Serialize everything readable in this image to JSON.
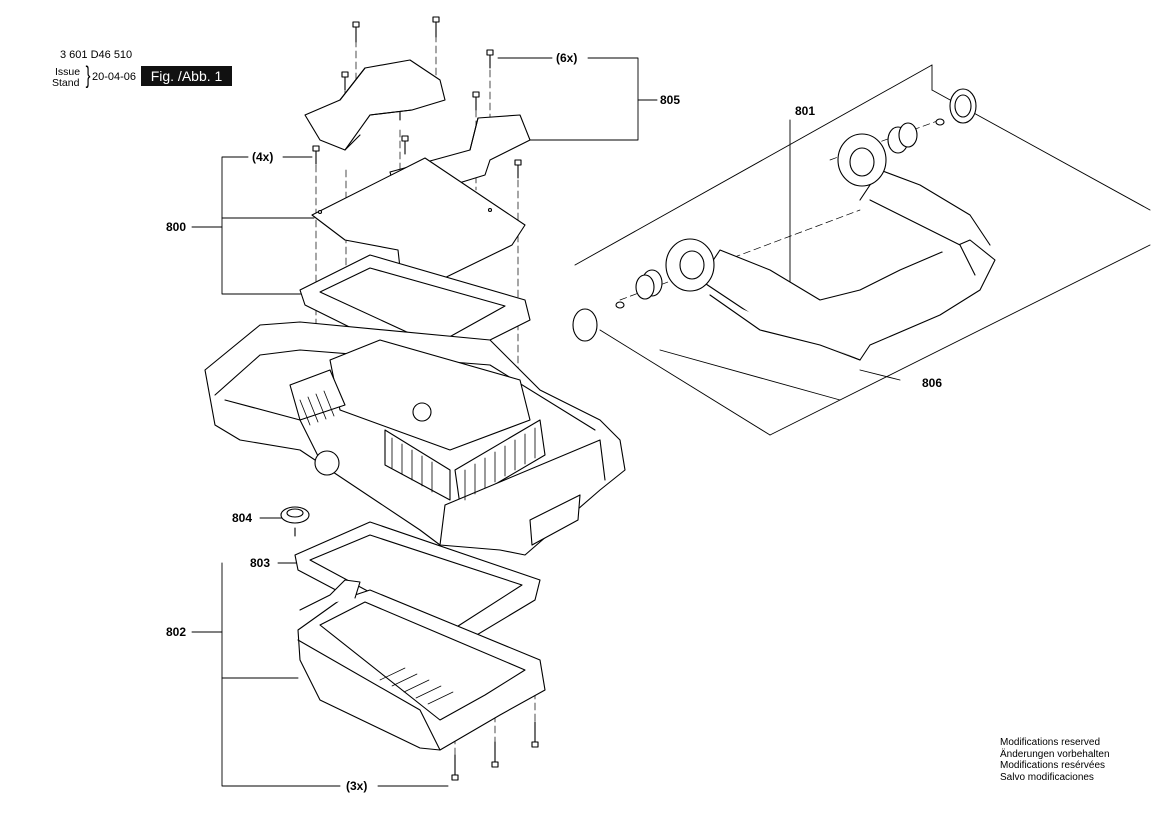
{
  "header": {
    "doc_number": "3 601 D46 510",
    "issue_label": "Issue",
    "stand_label": "Stand",
    "brace": "}",
    "issue_date": "20-04-06",
    "figure_label": "Fig. /Abb. 1"
  },
  "callouts": {
    "c800": "800",
    "c801": "801",
    "c802": "802",
    "c803": "803",
    "c804": "804",
    "c805": "805",
    "c806": "806",
    "q4x": "(4x)",
    "q6x": "(6x)",
    "q3x": "(3x)"
  },
  "notes": [
    "Modifications reserved",
    "Änderungen vorbehalten",
    "Modifications resérvées",
    "Salvo modificaciones"
  ]
}
